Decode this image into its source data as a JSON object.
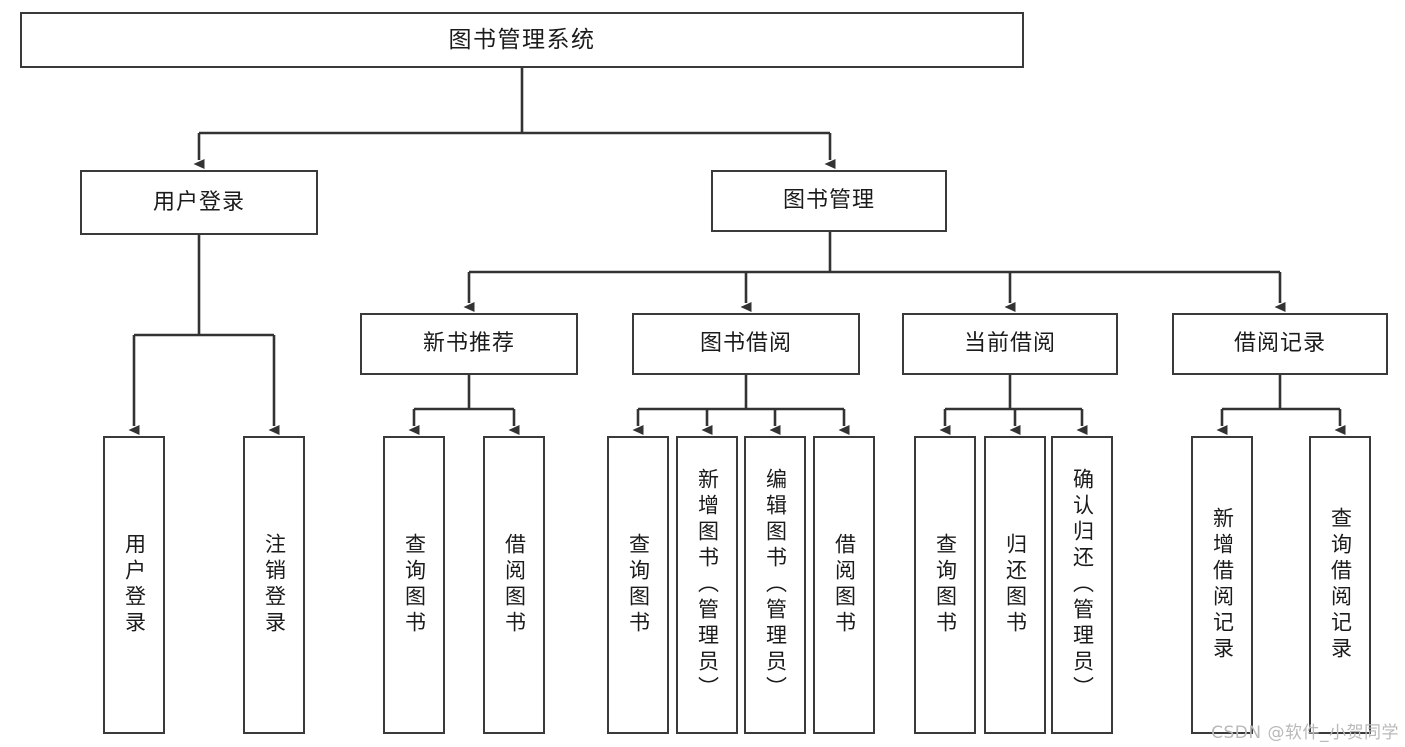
{
  "diagram": {
    "title": "图书管理系统",
    "type": "tree-hierarchy",
    "watermark": "CSDN @软件_小贺同学",
    "colors": {
      "box_border": "#3a3a3a",
      "box_fill": "#ffffff",
      "edge": "#333333",
      "text": "#1b1b1b",
      "watermark": "#b9b9b9"
    },
    "root": {
      "label": "图书管理系统"
    },
    "level2": [
      {
        "label": "用户登录"
      },
      {
        "label": "图书管理"
      }
    ],
    "level3": [
      {
        "label": "新书推荐"
      },
      {
        "label": "图书借阅"
      },
      {
        "label": "当前借阅"
      },
      {
        "label": "借阅记录"
      }
    ],
    "leaves": {
      "user_login": [
        {
          "label": "用户登录"
        },
        {
          "label": "注销登录"
        }
      ],
      "new_book": [
        {
          "label": "查询图书"
        },
        {
          "label": "借阅图书"
        }
      ],
      "book_borrow": [
        {
          "label": "查询图书"
        },
        {
          "label": "新增图书（管理员）"
        },
        {
          "label": "编辑图书（管理员）"
        },
        {
          "label": "借阅图书"
        }
      ],
      "current_borrow": [
        {
          "label": "查询图书"
        },
        {
          "label": "归还图书"
        },
        {
          "label": "确认归还（管理员）"
        }
      ],
      "borrow_record": [
        {
          "label": "新增借阅记录"
        },
        {
          "label": "查询借阅记录"
        }
      ]
    }
  }
}
